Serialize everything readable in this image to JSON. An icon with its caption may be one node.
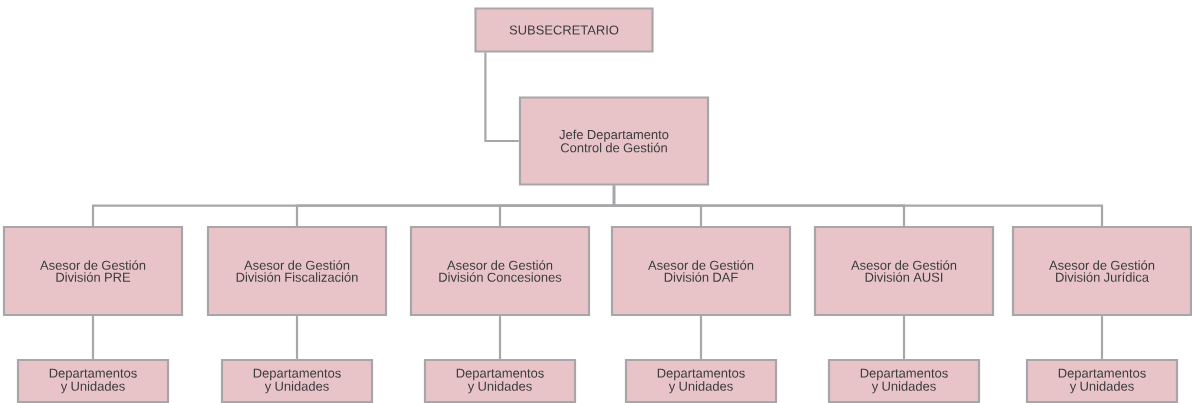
{
  "diagram": {
    "nodes": [
      {
        "text": [
          "SUBSECRETARIO"
        ]
      },
      {
        "text": [
          "Jefe Departamento Control de Gestión"
        ]
      },
      {
        "text": [
          "Asesor de Gestión División PRE"
        ]
      },
      {
        "text": [
          "Asesor de Gestión División Fiscalización"
        ]
      },
      {
        "text": [
          "Asesor de Gestión División Concesiones"
        ]
      },
      {
        "text": [
          "Asesor de Gestión División DAF"
        ]
      },
      {
        "text": [
          "Asesor de Gestión División AUSI"
        ]
      },
      {
        "text": [
          "Asesor de Gestión División Jurídica"
        ]
      },
      {
        "text": [
          "Departamentos y Unidades"
        ]
      },
      {
        "text": [
          "Departamentos y Unidades"
        ]
      },
      {
        "text": [
          "Departamentos y Unidades"
        ]
      },
      {
        "text": [
          "Departamentos y Unidades"
        ]
      },
      {
        "text": [
          "Departamentos y Unidades"
        ]
      },
      {
        "text": [
          "Departamentos y Unidades"
        ]
      }
    ],
    "edges": [
      {
        "from": 0,
        "to": 1,
        "arrow": "none"
      },
      {
        "from": 1,
        "to": 2,
        "arrow": "none"
      },
      {
        "from": 1,
        "to": 3,
        "arrow": "none"
      },
      {
        "from": 1,
        "to": 4,
        "arrow": "none"
      },
      {
        "from": 1,
        "to": 5,
        "arrow": "none"
      },
      {
        "from": 1,
        "to": 6,
        "arrow": "none"
      },
      {
        "from": 1,
        "to": 7,
        "arrow": "none"
      },
      {
        "from": 2,
        "to": 8,
        "arrow": "none"
      },
      {
        "from": 3,
        "to": 9,
        "arrow": "none"
      },
      {
        "from": 4,
        "to": 10,
        "arrow": "none"
      },
      {
        "from": 5,
        "to": 11,
        "arrow": "none"
      },
      {
        "from": 6,
        "to": 12,
        "arrow": "none"
      },
      {
        "from": 7,
        "to": 13,
        "arrow": "none"
      }
    ]
  }
}
